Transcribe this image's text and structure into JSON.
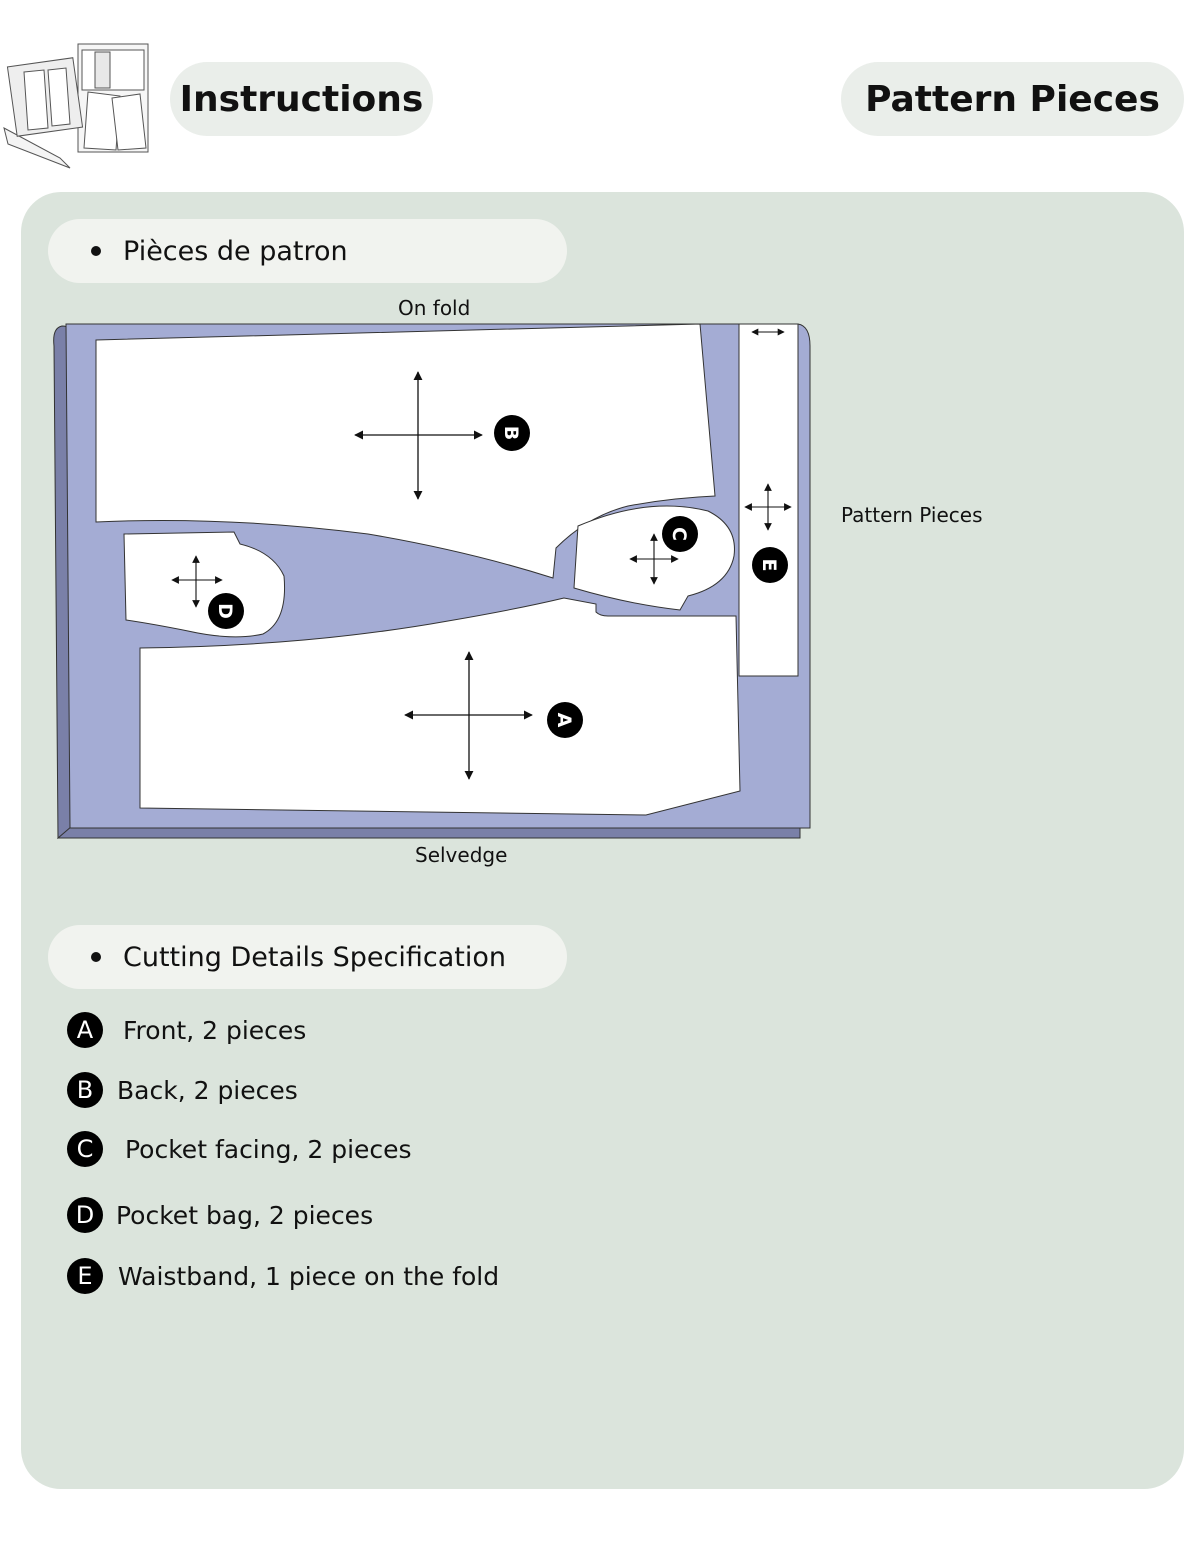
{
  "header": {
    "title": "Instructions",
    "section": "Pattern Pieces"
  },
  "layout_section": {
    "heading": "Pièces de patron",
    "top_label": "On fold",
    "bottom_label": "Selvedge",
    "side_label": "Pattern Pieces",
    "pieces": [
      "A",
      "B",
      "C",
      "D",
      "E"
    ],
    "colors": {
      "fabric": "#a4acd4",
      "fabric_edge": "#7a80a8",
      "piece": "#ffffff",
      "panel": "#dbe4dc"
    }
  },
  "cutting": {
    "heading": "Cutting Details Specification",
    "items": [
      {
        "letter": "A",
        "text": "Front, 2 pieces"
      },
      {
        "letter": "B",
        "text": "Back, 2 pieces"
      },
      {
        "letter": "C",
        "text": "Pocket facing, 2 pieces"
      },
      {
        "letter": "D",
        "text": "Pocket bag, 2 pieces"
      },
      {
        "letter": "E",
        "text": "Waistband, 1 piece on the fold"
      }
    ]
  }
}
